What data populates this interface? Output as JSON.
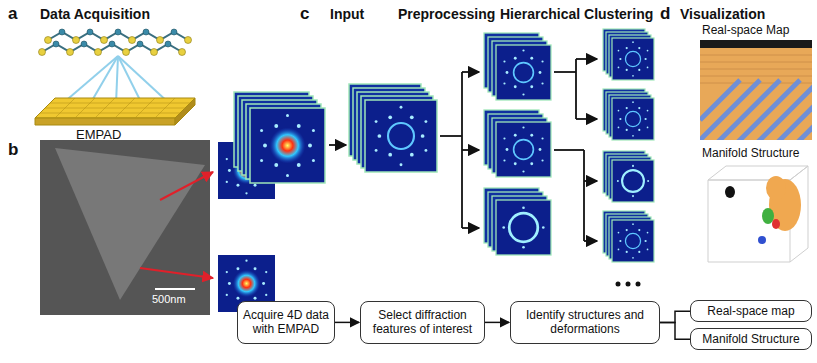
{
  "diagram": {
    "nodes": [
      {
        "text": [
          "Acquire 4D data with EMPAD"
        ]
      },
      {
        "text": [
          "Select diffraction features of interest"
        ]
      },
      {
        "text": [
          "Identify structures and deformations"
        ]
      },
      {
        "text": [
          "Real-space map"
        ]
      },
      {
        "text": [
          "Manifold Structure"
        ]
      }
    ],
    "edges": [
      {
        "from": 0,
        "to": 1,
        "arrow": "to"
      },
      {
        "from": 1,
        "to": 2,
        "arrow": "to"
      },
      {
        "from": 2,
        "to": 3,
        "arrow": "none"
      },
      {
        "from": 2,
        "to": 4,
        "arrow": "none"
      }
    ],
    "labels": [
      "a",
      "Data Acquisition",
      "EMPAD",
      "b",
      "500nm",
      "c",
      "Input",
      "Preprocessing",
      "Hierarchical Clustering",
      "d",
      "Visualization",
      "Real-space Map",
      "Manifold Structure"
    ]
  }
}
